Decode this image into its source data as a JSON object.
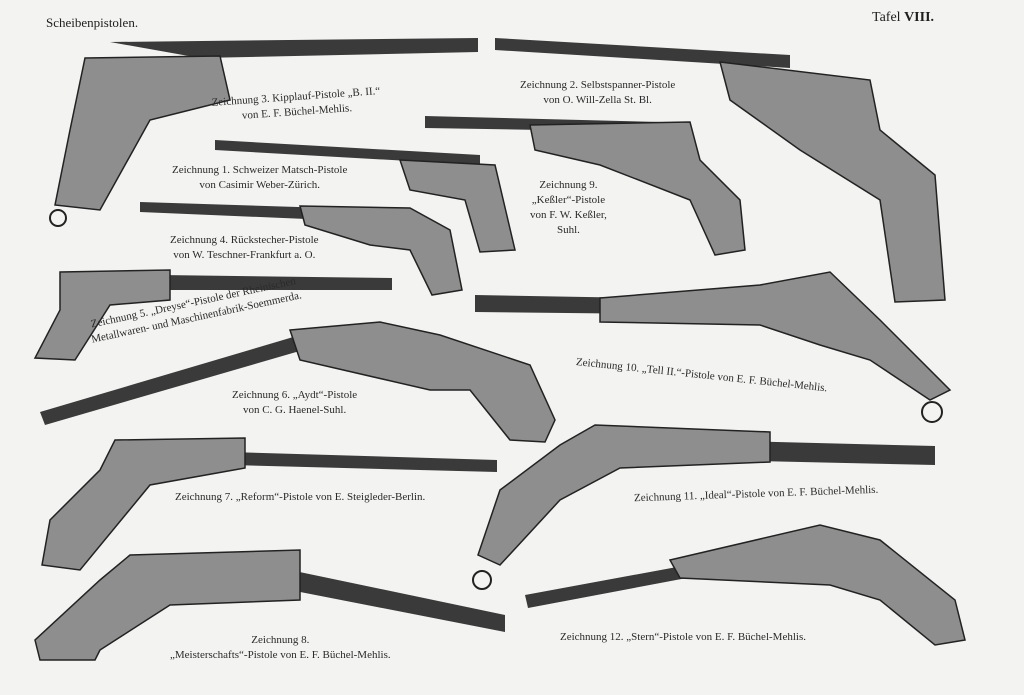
{
  "header": {
    "left": "Scheibenpistolen.",
    "right_prefix": "Tafel",
    "right_num": "VIII."
  },
  "captions": {
    "z3": [
      "Zeichnung 3.  Kipplauf-Pistole „B. II.“",
      "von E. F. Büchel-Mehlis."
    ],
    "z2": [
      "Zeichnung 2.  Selbstspanner-Pistole",
      "von O. Will-Zella St. Bl."
    ],
    "z1": [
      "Zeichnung 1. Schweizer Matsch-Pistole",
      "von Casimir Weber-Zürich."
    ],
    "z9": [
      "Zeichnung 9.",
      "„Keßler“-Pistole",
      "von F. W. Keßler,",
      "Suhl."
    ],
    "z4": [
      "Zeichnung 4. Rückstecher-Pistole",
      "von W. Teschner-Frankfurt a. O."
    ],
    "z5": [
      "Zeichnung 5. „Dreyse“-Pistole der Rheinischen",
      "Metallwaren- und Maschinenfabrik-Soemmerda."
    ],
    "z6": [
      "Zeichnung 6. „Aydt“-Pistole",
      "von C. G. Haenel-Suhl."
    ],
    "z10": "Zeichnung 10. „Tell II.“-Pistole von E. F. Büchel-Mehlis.",
    "z7": "Zeichnung 7. „Reform“-Pistole von E. Steigleder-Berlin.",
    "z11": "Zeichnung 11. „Ideal“-Pistole von E. F. Büchel-Mehlis.",
    "z8": [
      "Zeichnung 8.",
      "„Meisterschafts“-Pistole von E. F. Büchel-Mehlis."
    ],
    "z12": "Zeichnung 12. „Stern“-Pistole von E. F. Büchel-Mehlis."
  }
}
